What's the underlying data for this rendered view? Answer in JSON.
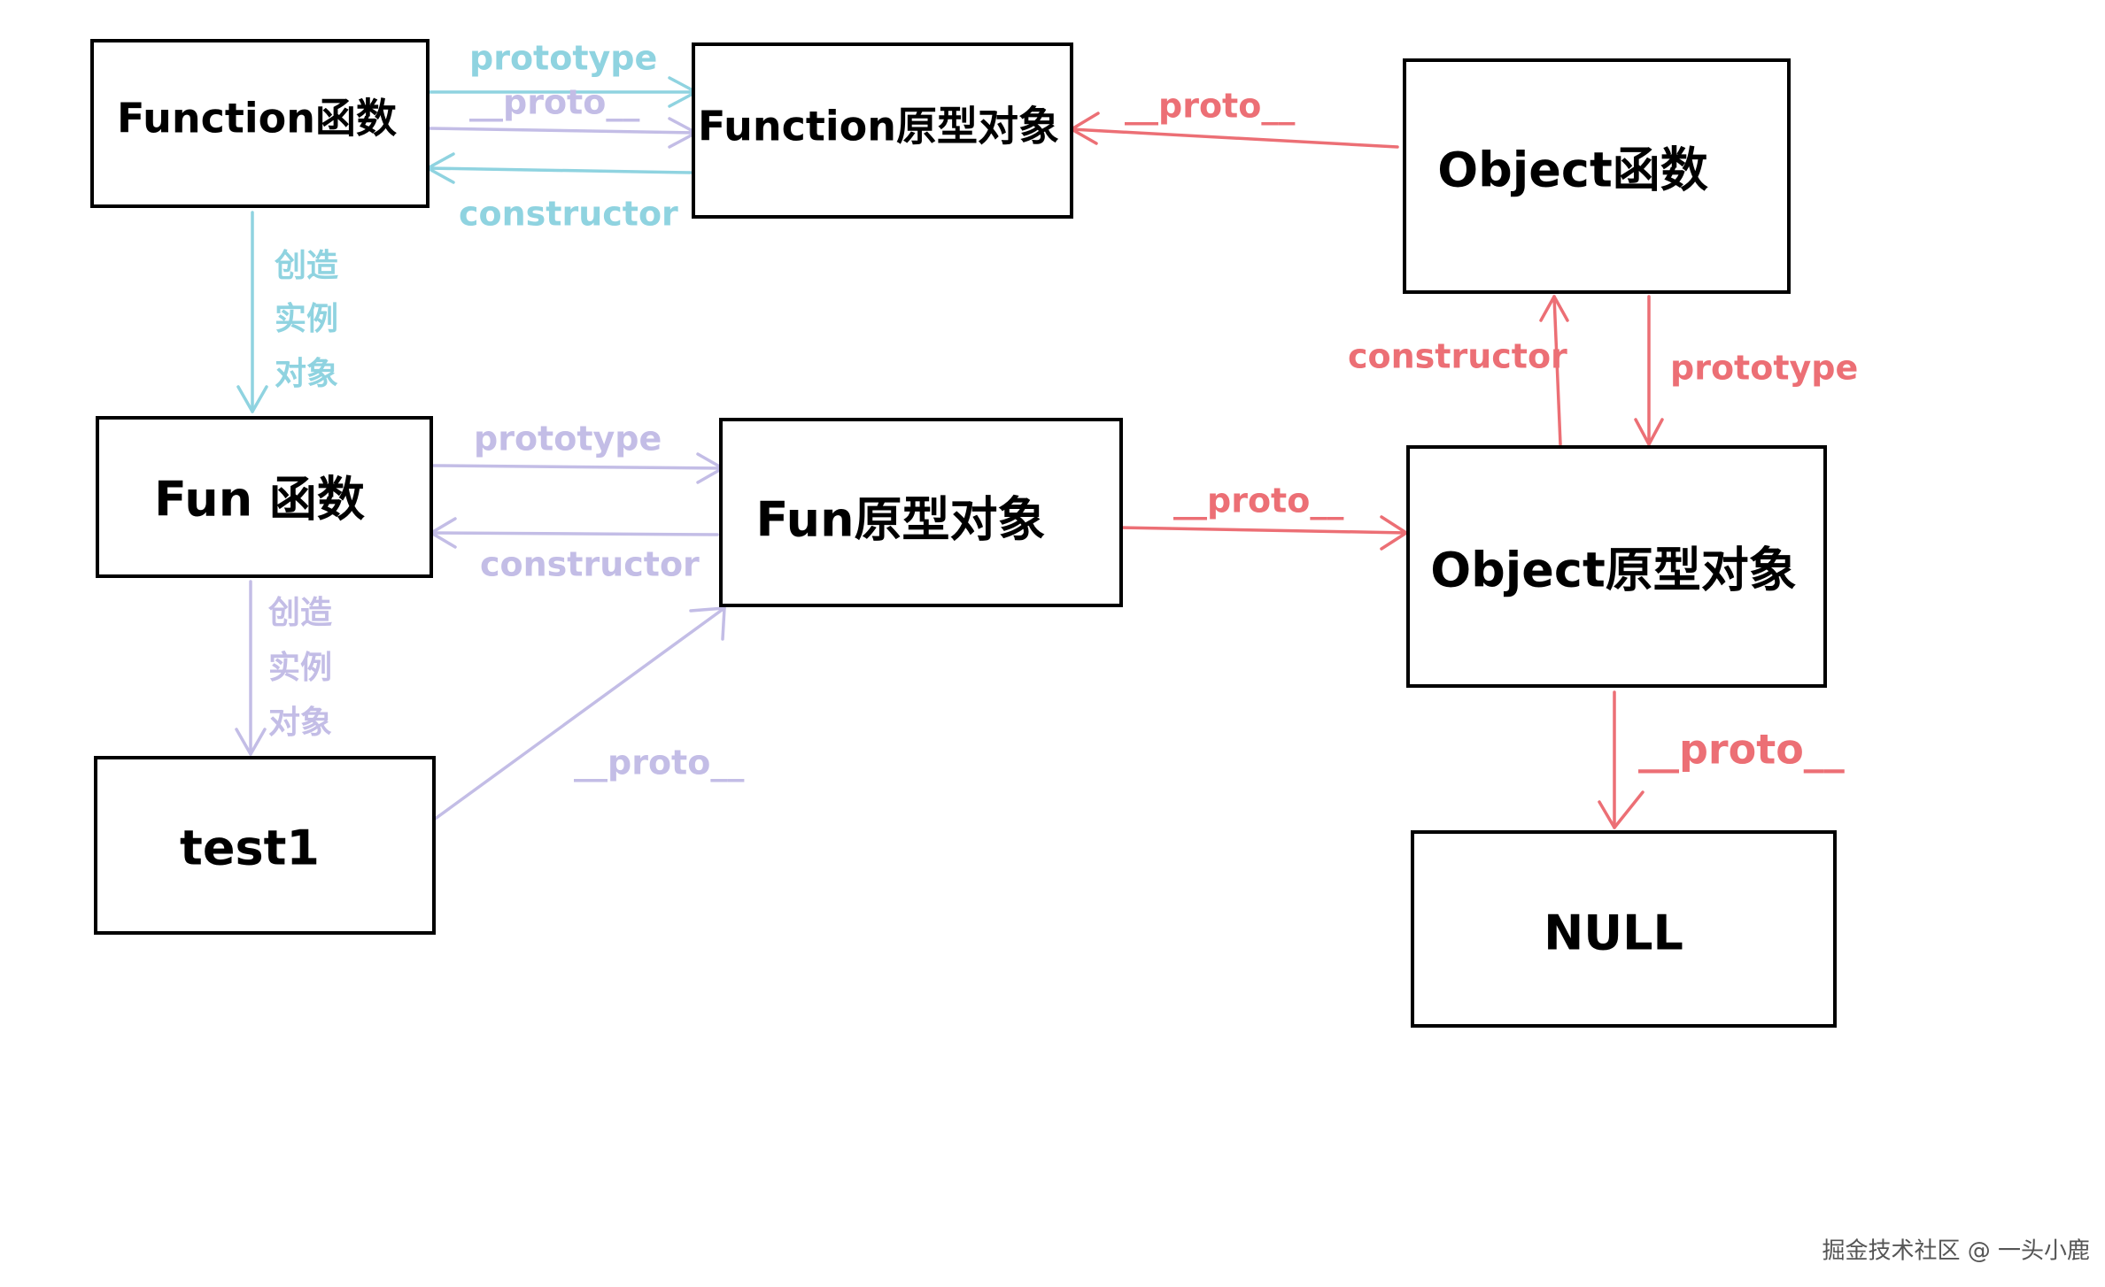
{
  "colors": {
    "cyan": "#8fd3e0",
    "lavender": "#c3bde6",
    "red": "#ec6f75",
    "box_stroke": "#000000"
  },
  "nodes": {
    "function_fn": "Function函数",
    "function_proto": "Function原型对象",
    "object_fn": "Object函数",
    "fun_fn": "Fun 函数",
    "fun_proto": "Fun原型对象",
    "object_proto": "Object原型对象",
    "test1": "test1",
    "null": "NULL"
  },
  "edges": {
    "function_prototype": "prototype",
    "function_proto_link": "__proto__",
    "function_constructor": "constructor",
    "function_create_1": "创造",
    "function_create_2": "实例",
    "function_create_3": "对象",
    "object_fn_proto": "__proto__",
    "object_constructor": "constructor",
    "object_prototype": "prototype",
    "fun_prototype": "prototype",
    "fun_constructor": "constructor",
    "fun_proto_to_object": "__proto__",
    "fun_create_1": "创造",
    "fun_create_2": "实例",
    "fun_create_3": "对象",
    "test1_proto": "__proto__",
    "object_proto_to_null": "__proto__"
  },
  "watermark": "掘金技术社区 @ 一头小鹿"
}
